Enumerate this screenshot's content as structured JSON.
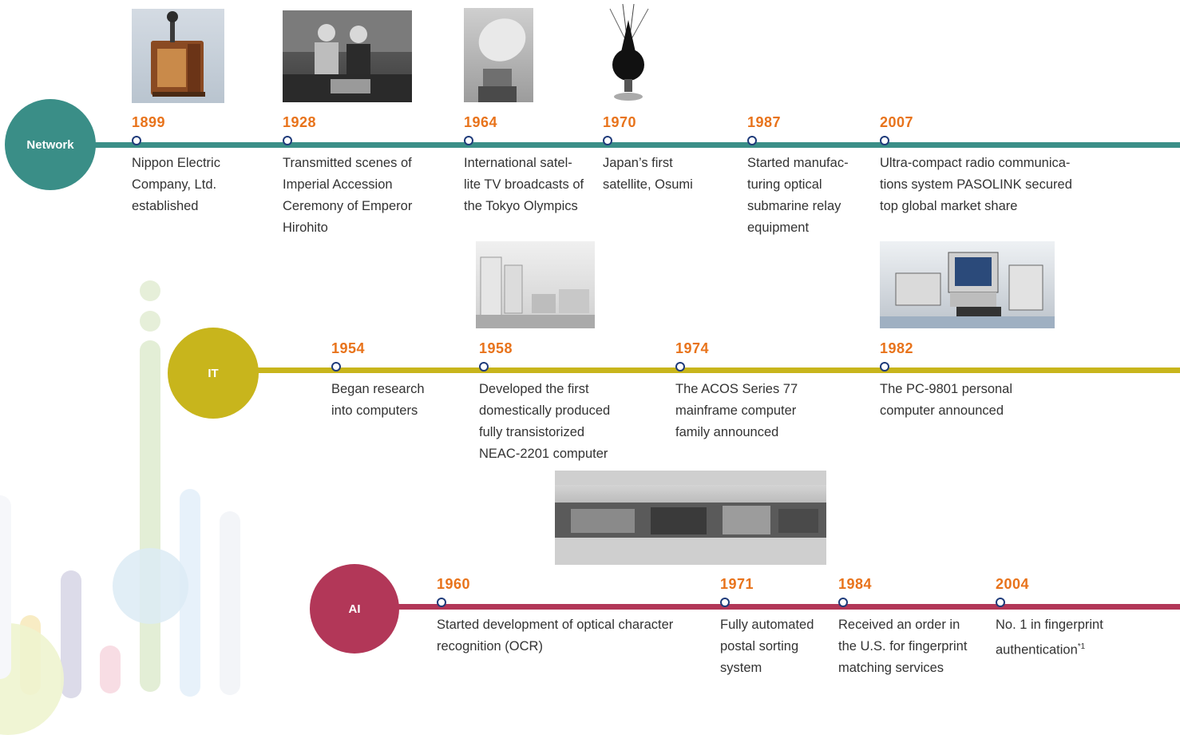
{
  "colors": {
    "network": "#3a8e87",
    "it": "#c8b51c",
    "ai": "#b23758",
    "year": "#e8731b",
    "dot_border": "#1f3b7a",
    "text": "#333333"
  },
  "network": {
    "label": "Network",
    "events": [
      {
        "year": "1899",
        "lines": [
          "Nippon Electric",
          "Company, Ltd.",
          "established"
        ]
      },
      {
        "year": "1928",
        "lines": [
          "Transmitted scenes of",
          "Imperial Accession",
          "Ceremony of Emperor",
          "Hirohito"
        ]
      },
      {
        "year": "1964",
        "lines": [
          "International satel-",
          "lite TV broadcasts of",
          "the Tokyo Olympics"
        ]
      },
      {
        "year": "1970",
        "lines": [
          "Japan’s first",
          "satellite, Osumi"
        ]
      },
      {
        "year": "1987",
        "lines": [
          "Started manufac-",
          "turing optical",
          "submarine relay",
          "equipment"
        ]
      },
      {
        "year": "2007",
        "lines": [
          "Ultra-compact radio communica-",
          "tions system PASOLINK secured",
          "top global market share"
        ]
      }
    ]
  },
  "it": {
    "label": "IT",
    "events": [
      {
        "year": "1954",
        "lines": [
          "Began research",
          "into computers"
        ]
      },
      {
        "year": "1958",
        "lines": [
          "Developed the first",
          "domestically produced",
          "fully transistorized",
          "NEAC-2201 computer"
        ]
      },
      {
        "year": "1974",
        "lines": [
          "The ACOS Series 77",
          "mainframe computer",
          "family announced"
        ]
      },
      {
        "year": "1982",
        "lines": [
          "The PC-9801 personal",
          "computer announced"
        ]
      }
    ]
  },
  "ai": {
    "label": "AI",
    "events": [
      {
        "year": "1960",
        "lines": [
          "Started development of optical character",
          "recognition (OCR)"
        ]
      },
      {
        "year": "1971",
        "lines": [
          "Fully automated",
          "postal sorting",
          "system"
        ]
      },
      {
        "year": "1984",
        "lines": [
          "Received an order in",
          "the U.S. for fingerprint",
          "matching services"
        ]
      },
      {
        "year": "2004",
        "lines": [
          "No. 1 in fingerprint",
          "authentication*1"
        ]
      }
    ]
  }
}
